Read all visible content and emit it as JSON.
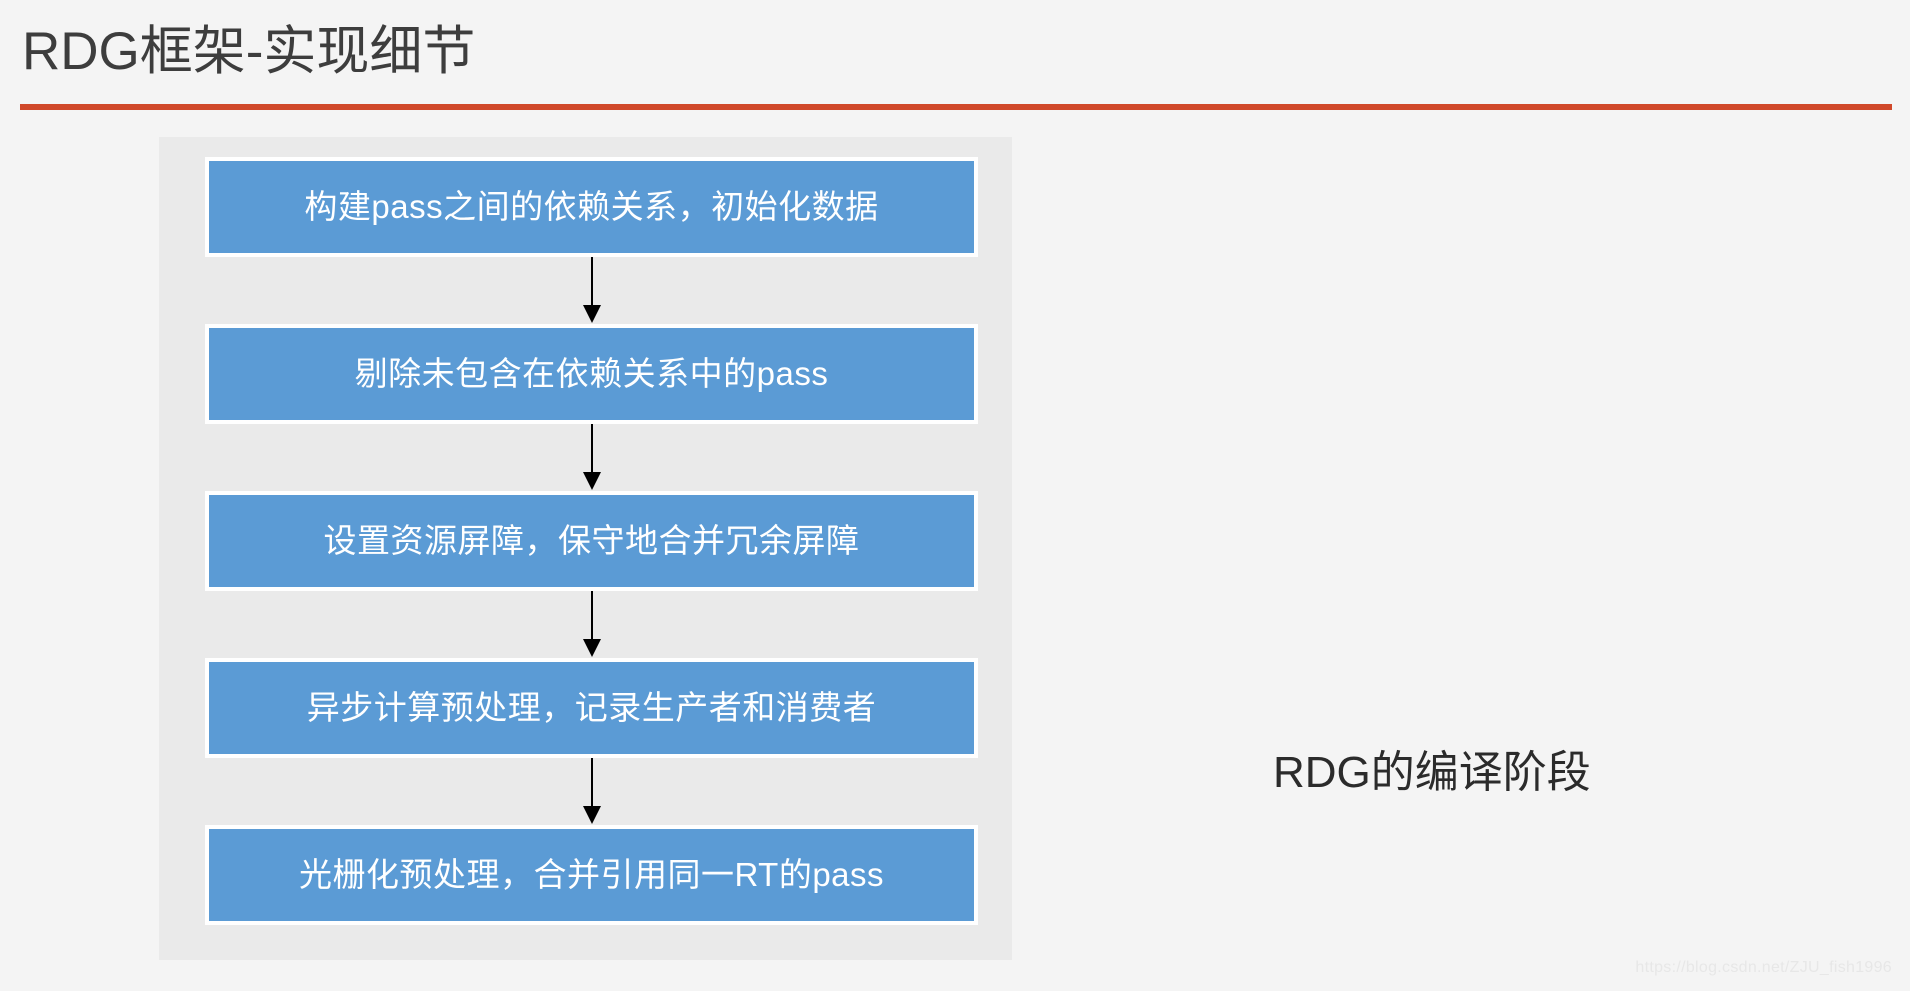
{
  "slide": {
    "title": "RDG框架-实现细节",
    "accent_color": "#D0482A",
    "background_color": "#F4F4F4"
  },
  "flowchart": {
    "panel_background": "#EAEAEA",
    "node_fill": "#5B9BD5",
    "node_text_color": "#FFFFFF",
    "connector_color": "#000000",
    "nodes": [
      {
        "label": "构建pass之间的依赖关系，初始化数据"
      },
      {
        "label": "剔除未包含在依赖关系中的pass"
      },
      {
        "label": "设置资源屏障，保守地合并冗余屏障"
      },
      {
        "label": "异步计算预处理，记录生产者和消费者"
      },
      {
        "label": "光栅化预处理，合并引用同一RT的pass"
      }
    ],
    "connectors": [
      {
        "icon": "arrow-down-icon"
      },
      {
        "icon": "arrow-down-icon"
      },
      {
        "icon": "arrow-down-icon"
      },
      {
        "icon": "arrow-down-icon"
      }
    ]
  },
  "caption": {
    "text": "RDG的编译阶段"
  },
  "watermark": {
    "text": "https://blog.csdn.net/ZJU_fish1996"
  }
}
